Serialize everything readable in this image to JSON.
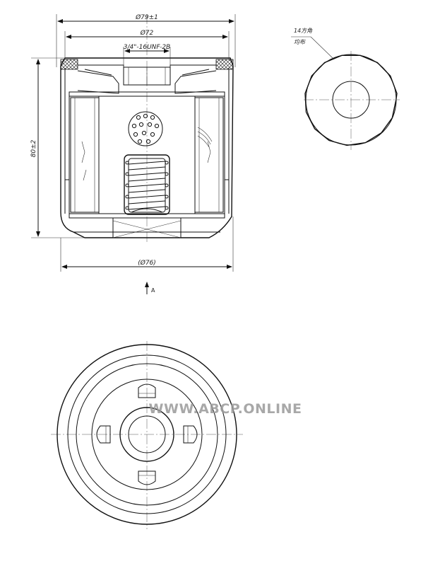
{
  "dimensions": {
    "outer_diameter": "Ø79±1",
    "inner_diameter": "Ø72",
    "thread": "3/4\"-16UNF-2B",
    "height": "80±2",
    "base_diameter": "(Ø76)"
  },
  "side_note": {
    "line1": "14方角",
    "line2": "均布"
  },
  "view_marker": "A",
  "watermark": "WWW.ABCP.ONLINE"
}
